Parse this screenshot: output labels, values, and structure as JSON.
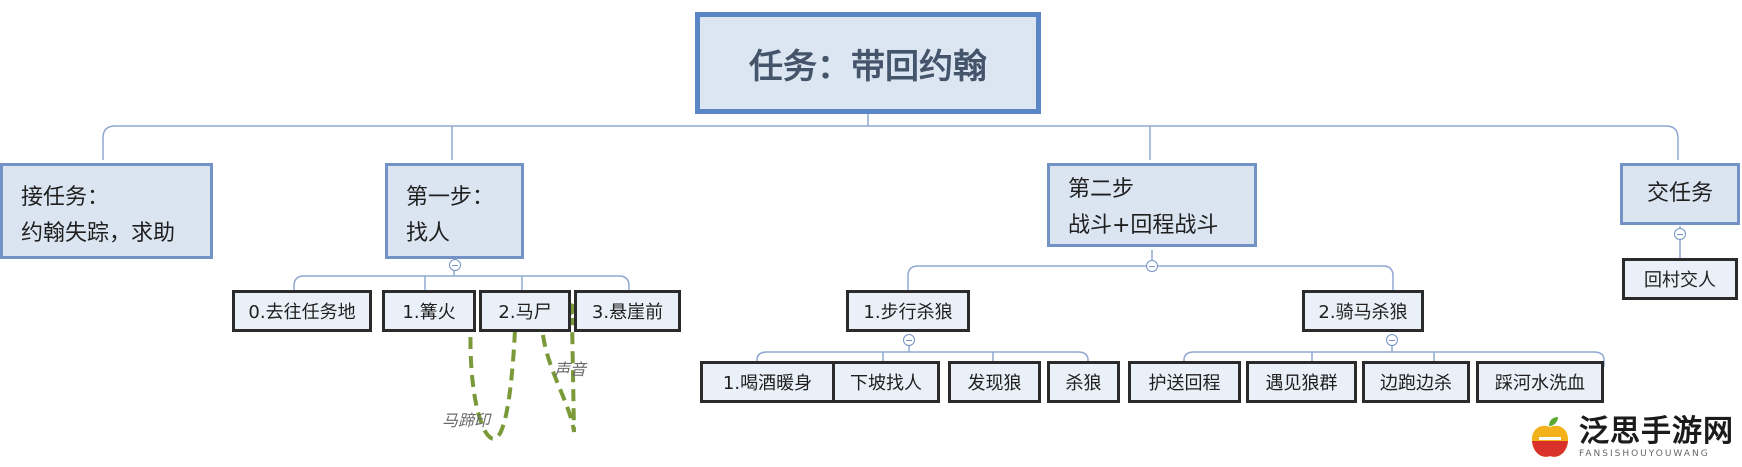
{
  "root": {
    "title": "任务：带回约翰"
  },
  "steps": [
    {
      "lines": [
        "接任务：",
        "约翰失踪，求助"
      ]
    },
    {
      "lines": [
        "第一步：",
        "找人"
      ]
    },
    {
      "lines": [
        "第二步",
        "战斗+回程战斗"
      ]
    },
    {
      "lines": [
        "交任务"
      ]
    }
  ],
  "step1_children": [
    "0.去往任务地",
    "1.篝火",
    "2.马尸",
    "3.悬崖前"
  ],
  "step2_children": [
    "1.步行杀狼",
    "2.骑马杀狼"
  ],
  "walk_kill_children": [
    "1.喝酒暖身",
    "下坡找人",
    "发现狼",
    "杀狼"
  ],
  "ride_kill_children": [
    "护送回程",
    "遇见狼群",
    "边跑边杀",
    "踩河水洗血"
  ],
  "turn_in_children": [
    "回村交人"
  ],
  "annotations": {
    "hoofprints": "马蹄印",
    "sound": "声音"
  },
  "logo": {
    "cn": "泛思手游网",
    "en": "FANSISHOUYOUWANG"
  },
  "colors": {
    "node_fill": "#dbe5f1",
    "node_border": "#7393c7",
    "connector": "#8fa8cf",
    "path_green": "#7a9a3a"
  }
}
